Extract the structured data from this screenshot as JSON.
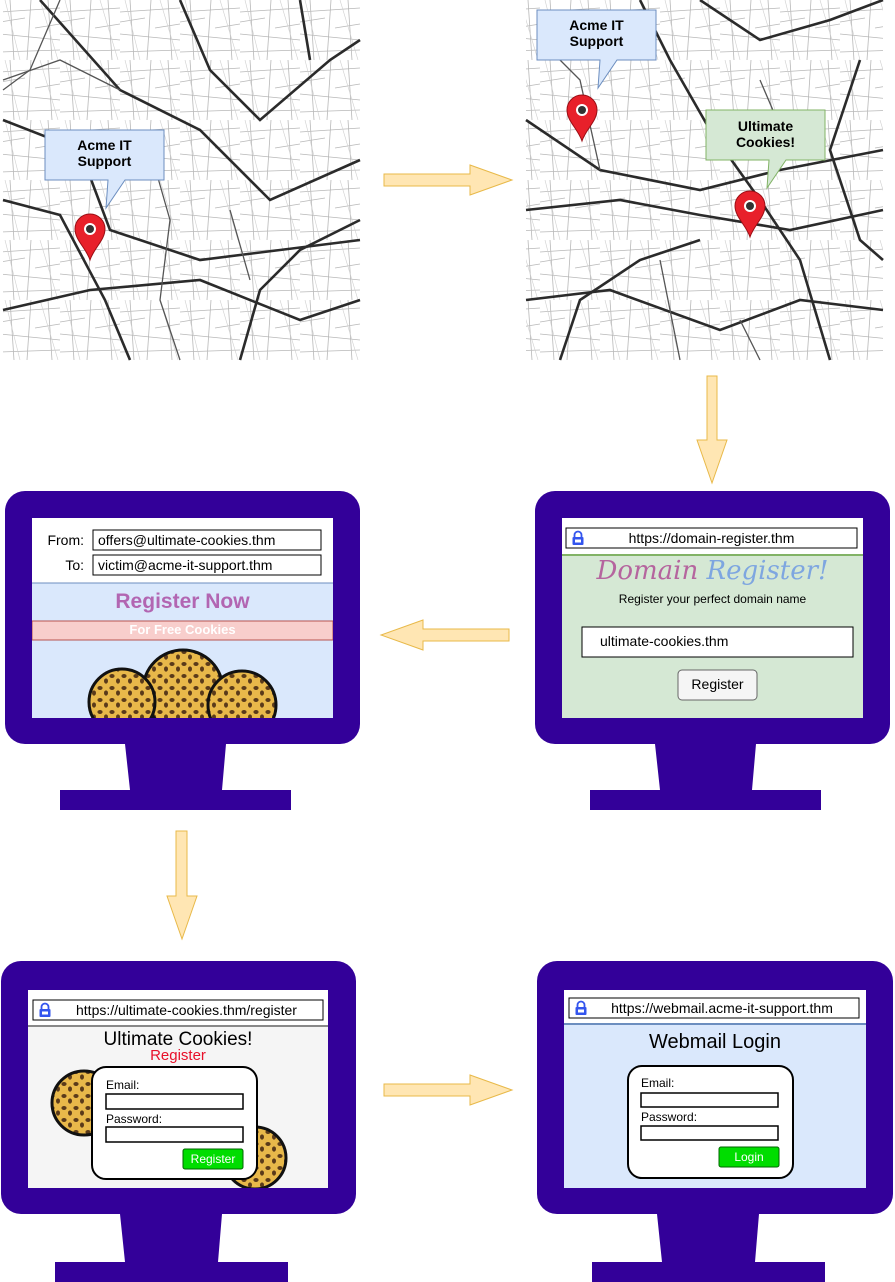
{
  "maps": {
    "map1": {
      "label": "Acme IT\nSupport"
    },
    "map2": {
      "label1": "Acme IT\nSupport",
      "label2": "Ultimate\nCookies!"
    }
  },
  "domain_register": {
    "url": "https://domain-register.thm",
    "title_part1": "Domain",
    "title_part2": "Register!",
    "subtitle": "Register your perfect domain name",
    "input_value": "ultimate-cookies.thm",
    "button_label": "Register"
  },
  "email": {
    "from_label": "From:",
    "from_value": "offers@ultimate-cookies.thm",
    "to_label": "To:",
    "to_value": "victim@acme-it-support.thm",
    "headline": "Register Now",
    "banner": "For Free Cookies"
  },
  "cookie_register": {
    "url": "https://ultimate-cookies.thm/register",
    "title": "Ultimate Cookies!",
    "subtitle": "Register",
    "email_label": "Email:",
    "password_label": "Password:",
    "button_label": "Register"
  },
  "webmail": {
    "url": "https://webmail.acme-it-support.thm",
    "title": "Webmail Login",
    "email_label": "Email:",
    "password_label": "Password:",
    "button_label": "Login"
  },
  "colors": {
    "monitor": "#330099",
    "arrow_fill": "#ffe6b3",
    "arrow_stroke": "#e8b949",
    "pin": "#e8202a",
    "bubble_blue": "#dae8fc",
    "bubble_green": "#d5e8d4",
    "register_green": "#00dd00"
  }
}
